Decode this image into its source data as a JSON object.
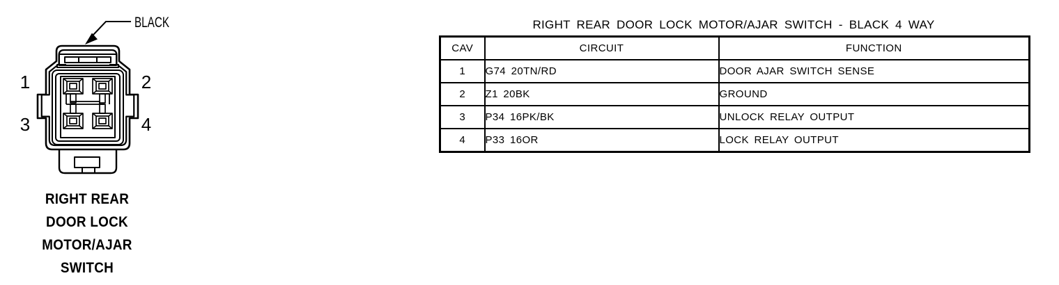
{
  "figure": {
    "connector_color_label": "BLACK",
    "pins": [
      "1",
      "2",
      "3",
      "4"
    ],
    "caption": "RIGHT REAR\nDOOR LOCK\nMOTOR/AJAR\nSWITCH"
  },
  "table": {
    "title": "RIGHT REAR DOOR LOCK MOTOR/AJAR SWITCH - BLACK 4 WAY",
    "headers": [
      "CAV",
      "CIRCUIT",
      "FUNCTION"
    ],
    "rows": [
      {
        "cav": "1",
        "circuit": "G74 20TN/RD",
        "function": "DOOR AJAR SWITCH SENSE"
      },
      {
        "cav": "2",
        "circuit": "Z1 20BK",
        "function": "GROUND"
      },
      {
        "cav": "3",
        "circuit": "P34 16PK/BK",
        "function": "UNLOCK RELAY OUTPUT"
      },
      {
        "cav": "4",
        "circuit": "P33 16OR",
        "function": "LOCK RELAY OUTPUT"
      }
    ]
  },
  "colors": {
    "ink": "#000000",
    "paper": "#ffffff"
  }
}
